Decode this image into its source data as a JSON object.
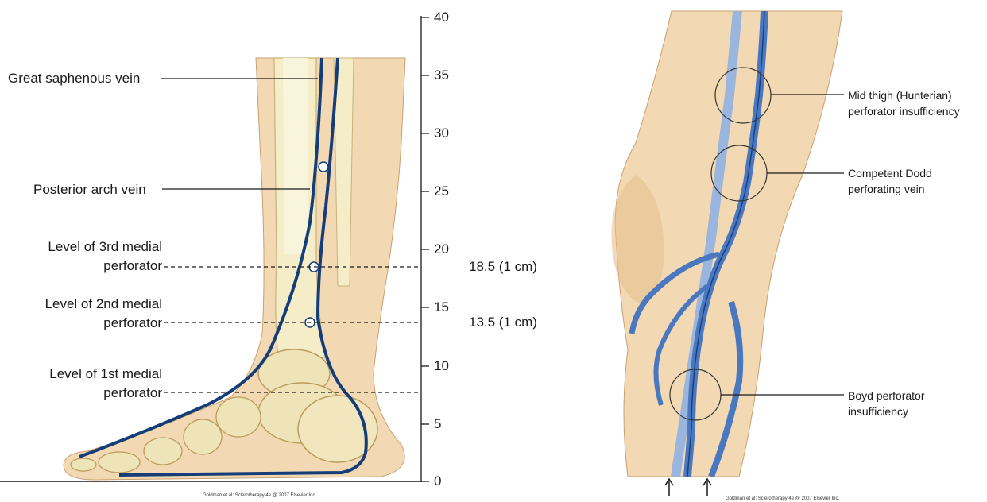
{
  "left_figure": {
    "labels": {
      "great_saphenous": "Great saphenous vein",
      "posterior_arch": "Posterior arch vein",
      "third_medial_line1": "Level of 3rd medial",
      "third_medial_line2": "perforator",
      "second_medial_line1": "Level of 2nd medial",
      "second_medial_line2": "perforator",
      "first_medial_line1": "Level of 1st medial",
      "first_medial_line2": "perforator"
    },
    "scale_ticks": [
      "40",
      "35",
      "30",
      "25",
      "20",
      "15",
      "10",
      "5",
      "0"
    ],
    "measurements": {
      "third": "18.5 (1 cm)",
      "second": "13.5 (1 cm)"
    },
    "credit": "Goldman et al: Sclerotherapy 4e @ 2007 Elsevier Inc."
  },
  "right_figure": {
    "labels": {
      "mid_thigh_line1": "Mid thigh (Hunterian)",
      "mid_thigh_line2": "perforator insufficiency",
      "dodd_line1": "Competent Dodd",
      "dodd_line2": "perforating vein",
      "boyd_line1": "Boyd perforator",
      "boyd_line2": "insufficiency"
    },
    "credit": "Goldman et al: Sclerotherapy 4e @ 2007 Elsevier Inc."
  },
  "colors": {
    "skin": "#f3d9b3",
    "skin_shadow": "#e6bf8f",
    "bone": "#f4edc8",
    "vein_dark": "#153d78",
    "vein_light": "#9ab6de",
    "vein_mid": "#4a78c0"
  }
}
